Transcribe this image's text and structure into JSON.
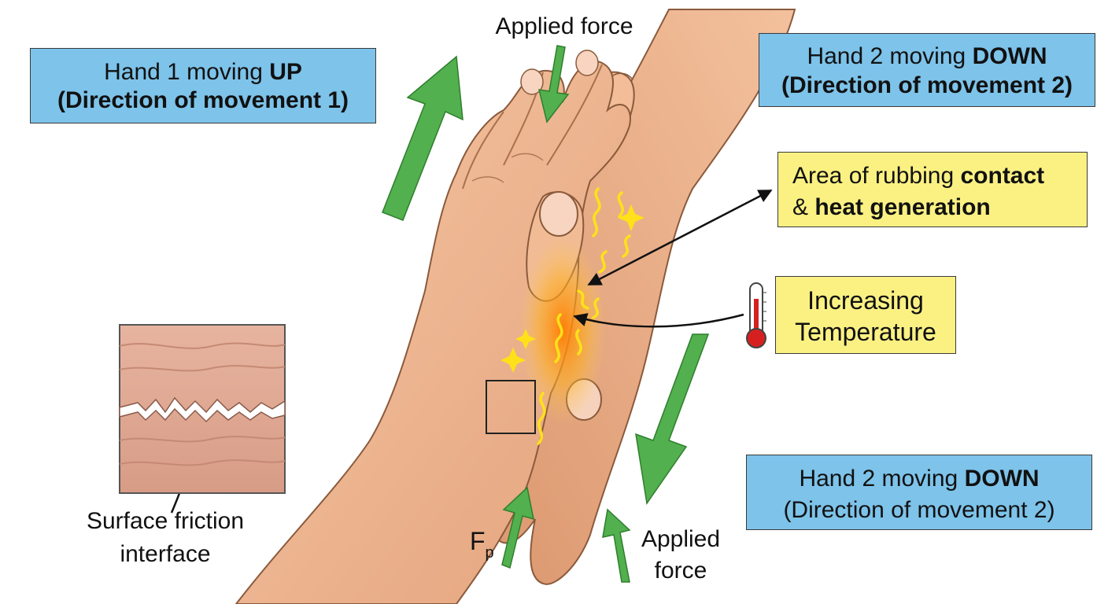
{
  "labels": {
    "hand1": {
      "line1_pre": "Hand 1 moving ",
      "line1_bold": "UP",
      "line2": "(Direction of movement 1)"
    },
    "hand2_top": {
      "line1_pre": "Hand 2 moving ",
      "line1_bold": "DOWN",
      "line2": "(Direction of movement 2)"
    },
    "contact": {
      "line1_pre": "Area of rubbing ",
      "line1_bold": "contact",
      "line2_pre": "& ",
      "line2_bold": "heat generation"
    },
    "temperature": {
      "line1": "Increasing",
      "line2": "Temperature"
    },
    "hand2_bottom": {
      "line1_pre": "Hand 2 moving ",
      "line1_bold": "DOWN",
      "line2": "(Direction of movement 2)"
    },
    "applied_force_top": "Applied force",
    "applied_force_bottom": {
      "line1": "Applied",
      "line2": "force"
    },
    "surface": {
      "line1": "Surface friction",
      "line2": "interface"
    },
    "fp": {
      "main": "F",
      "sub": "p"
    }
  },
  "colors": {
    "label_blue": "#7dc3ea",
    "label_yellow": "#fbf183",
    "arrow_green": "#4caf50",
    "skin": "#efb38c",
    "heat": "#ffe119"
  },
  "icons": [
    "thermometer-icon"
  ]
}
